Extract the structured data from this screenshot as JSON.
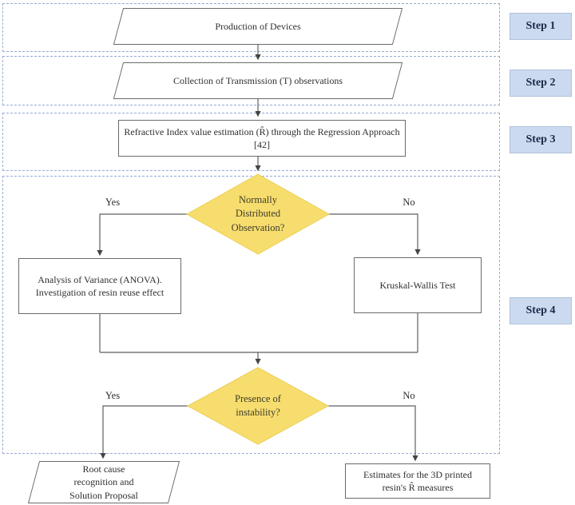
{
  "figure": {
    "type": "flowchart",
    "background": "#ffffff",
    "colors": {
      "dashed_container_border": "#97a9d4",
      "shape_border": "#6b6b6b",
      "diamond_fill": "#f7dd6e",
      "diamond_border": "#ecd05c",
      "step_badge_bg": "#cbdaee",
      "step_badge_border": "#b0c2dc",
      "step_badge_text": "#1b2a4a",
      "connector_line": "#5f5f5f",
      "text": "#2f2f2f"
    }
  },
  "steps": [
    {
      "label": "Step 1"
    },
    {
      "label": "Step 2"
    },
    {
      "label": "Step 3"
    },
    {
      "label": "Step 4"
    }
  ],
  "nodes": {
    "production": {
      "shape": "parallelogram",
      "label": "Production of Devices"
    },
    "collection": {
      "shape": "parallelogram",
      "label": "Collection of Transmission (T) observations"
    },
    "regression": {
      "shape": "rectangle",
      "label": "Refractive Index value estimation (R̂) through the Regression Approach [42]"
    },
    "normality": {
      "shape": "diamond",
      "label": "Normally\nDistributed\nObservation?"
    },
    "anova": {
      "shape": "rectangle",
      "label": "Analysis of Variance (ANOVA).\nInvestigation of resin reuse effect"
    },
    "kruskal": {
      "shape": "rectangle",
      "label": "Kruskal-Wallis Test"
    },
    "instability": {
      "shape": "diamond",
      "label": "Presence of\ninstability?"
    },
    "root_cause": {
      "shape": "parallelogram",
      "label": "Root cause\nrecognition and\nSolution Proposal"
    },
    "estimates": {
      "shape": "rectangle",
      "label": "Estimates for the 3D printed resin's R̂ measures"
    }
  },
  "edge_labels": {
    "normality_yes": "Yes",
    "normality_no": "No",
    "instability_yes": "Yes",
    "instability_no": "No"
  }
}
